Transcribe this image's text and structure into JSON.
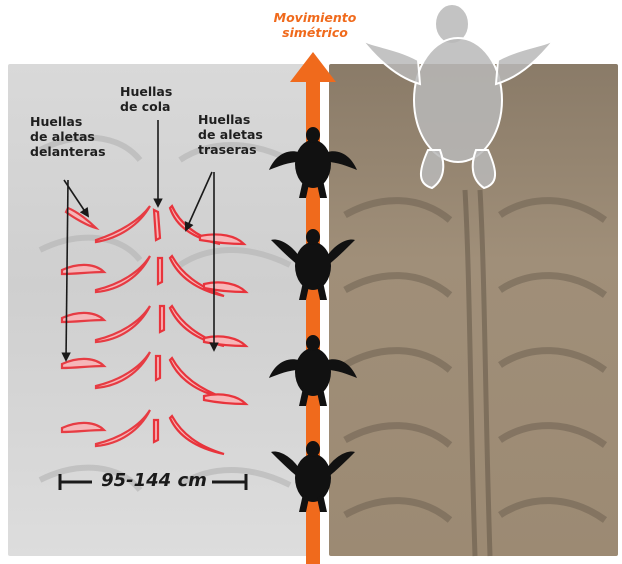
{
  "labels": {
    "tail": [
      "Huellas",
      "de cola"
    ],
    "front": [
      "Huellas",
      "de aletas",
      "delanteras"
    ],
    "rear": [
      "Huellas",
      "de aletas",
      "traseras"
    ],
    "motion": [
      "Movimiento",
      "simétrico"
    ]
  },
  "measurement": "95-144 cm",
  "colors": {
    "accent_orange": "#f06a1c",
    "track_red": "#e8343c",
    "turtle_black": "#111111",
    "turtle_gray": "#b9b9b9"
  }
}
